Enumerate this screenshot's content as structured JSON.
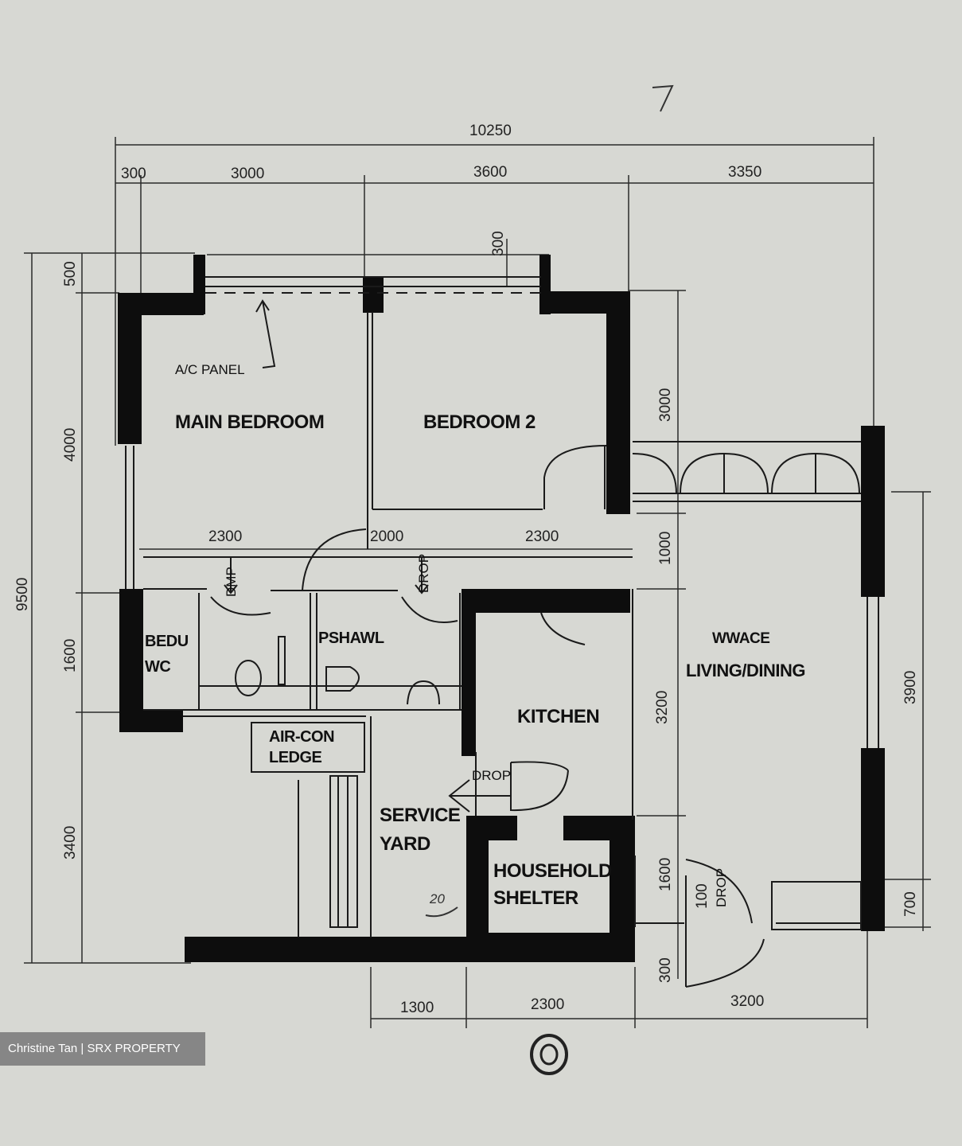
{
  "dimensions": {
    "overall_width": "10250",
    "top_300": "300",
    "top_3000": "3000",
    "top_3600": "3600",
    "top_3350": "3350",
    "window_300": "300",
    "left_500": "500",
    "left_4000": "4000",
    "left_1600": "1600",
    "left_3400": "3400",
    "overall_height": "9500",
    "right_3000": "3000",
    "right_1000": "1000",
    "kitchen_3200": "3200",
    "living_3900": "3900",
    "right_1600": "1600",
    "entry_100": "100",
    "right_700": "700",
    "right_300": "300",
    "corridor_2300_left": "2300",
    "corridor_2000": "2000",
    "corridor_2300_right": "2300",
    "bottom_1300": "1300",
    "bottom_2300": "2300",
    "bottom_3200": "3200"
  },
  "rooms": {
    "main_bedroom": "MAIN BEDROOM",
    "bedroom_2": "BEDROOM 2",
    "bath_line1": "BEDU",
    "bath_line2": "WC",
    "common_bath": "PSHAWL",
    "kitchen": "KITCHEN",
    "living_line1": "WWACE",
    "living_line2": "LIVING/DINING",
    "aircon_line1": "AIR-CON",
    "aircon_line2": "LEDGE",
    "service_line1": "SERVICE",
    "service_line2": "YARD",
    "shelter_line1": "HOUSEHOLD",
    "shelter_line2": "SHELTER"
  },
  "annotations": {
    "ac_panel": "A/C PANEL",
    "dmp": "DMP",
    "drop_corridor": "DROP",
    "drop_kitchen": "DROP",
    "drop_entry": "DROP",
    "handwritten_20": "20",
    "handwritten_7": "7"
  },
  "watermark": "Christine Tan | SRX PROPERTY"
}
